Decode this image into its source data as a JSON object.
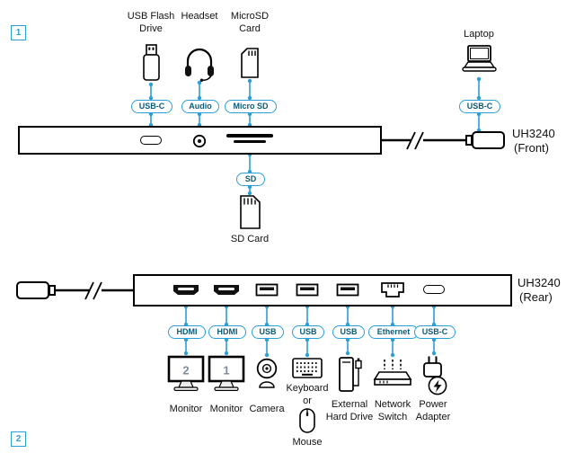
{
  "badges": {
    "front": "1",
    "rear": "2"
  },
  "colors": {
    "accent": "#2b9fd8",
    "pill_text": "#0a5a78",
    "outline": "#000000"
  },
  "front": {
    "device_name": "UH3240",
    "view": "(Front)",
    "items": [
      {
        "name": "usb-flash-drive",
        "label": "USB Flash\nDrive",
        "port": "USB-C"
      },
      {
        "name": "headset",
        "label": "Headset",
        "port": "Audio"
      },
      {
        "name": "microsd-card",
        "label": "MicroSD\nCard",
        "port": "Micro SD"
      },
      {
        "name": "laptop",
        "label": "Laptop",
        "port": "USB-C"
      }
    ],
    "sd": {
      "port": "SD",
      "label": "SD Card"
    }
  },
  "rear": {
    "device_name": "UH3240",
    "view": "(Rear)",
    "ports": [
      {
        "port": "HDMI",
        "device": "Monitor",
        "monitor_number": "2"
      },
      {
        "port": "HDMI",
        "device": "Monitor",
        "monitor_number": "1"
      },
      {
        "port": "USB",
        "device": "Camera"
      },
      {
        "port": "USB",
        "device": "Keyboard\nor",
        "device2": "Mouse"
      },
      {
        "port": "USB",
        "device": "External\nHard Drive"
      },
      {
        "port": "Ethernet",
        "device": "Network\nSwitch"
      },
      {
        "port": "USB-C",
        "device": "Power\nAdapter"
      }
    ]
  }
}
